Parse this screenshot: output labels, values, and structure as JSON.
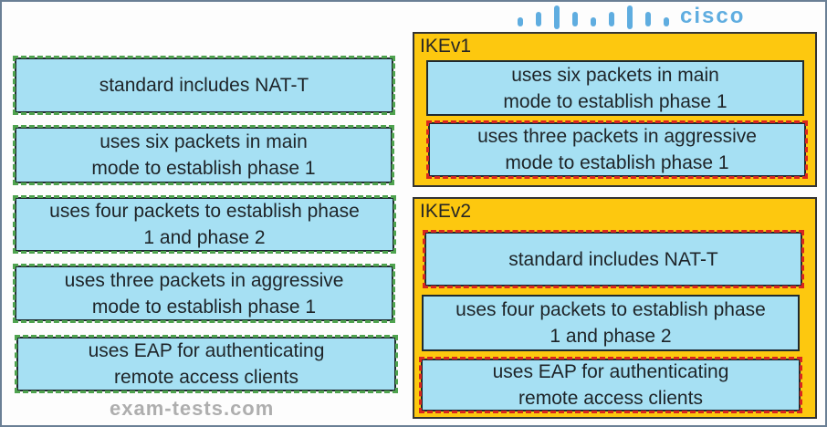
{
  "colors": {
    "box_fill": "#a6e0f3",
    "group_fill": "#fdc80f",
    "source_dash": "#4fa34f",
    "target_dash": "#d8261f"
  },
  "source_items": [
    {
      "text": "standard includes NAT-T"
    },
    {
      "text": "uses six packets in main mode to establish phase 1",
      "line1": "uses six packets in main",
      "line2": "mode to establish phase 1"
    },
    {
      "text": "uses four packets to establish phase 1 and phase 2",
      "line1": "uses four packets to establish phase",
      "line2": "1 and phase 2"
    },
    {
      "text": "uses three packets in aggressive mode to establish phase 1",
      "line1": "uses three packets in aggressive",
      "line2": "mode to establish phase 1"
    },
    {
      "text": "uses EAP for authenticating remote access clients",
      "line1": "uses EAP for authenticating",
      "line2": "remote access clients"
    }
  ],
  "targets": [
    {
      "title": "IKEv1",
      "items": [
        {
          "line1": "uses six packets in main",
          "line2": "mode to establish phase 1"
        },
        {
          "line1": "uses three packets in aggressive",
          "line2": "mode to establish phase 1"
        }
      ]
    },
    {
      "title": "IKEv2",
      "items": [
        {
          "line1": "standard includes NAT-T"
        },
        {
          "line1": "uses four packets to establish phase",
          "line2": "1 and phase 2"
        },
        {
          "line1": "uses EAP for authenticating",
          "line2": "remote access clients"
        }
      ]
    }
  ],
  "watermark": {
    "text": "exam-tests.com",
    "logo": "cisco"
  }
}
